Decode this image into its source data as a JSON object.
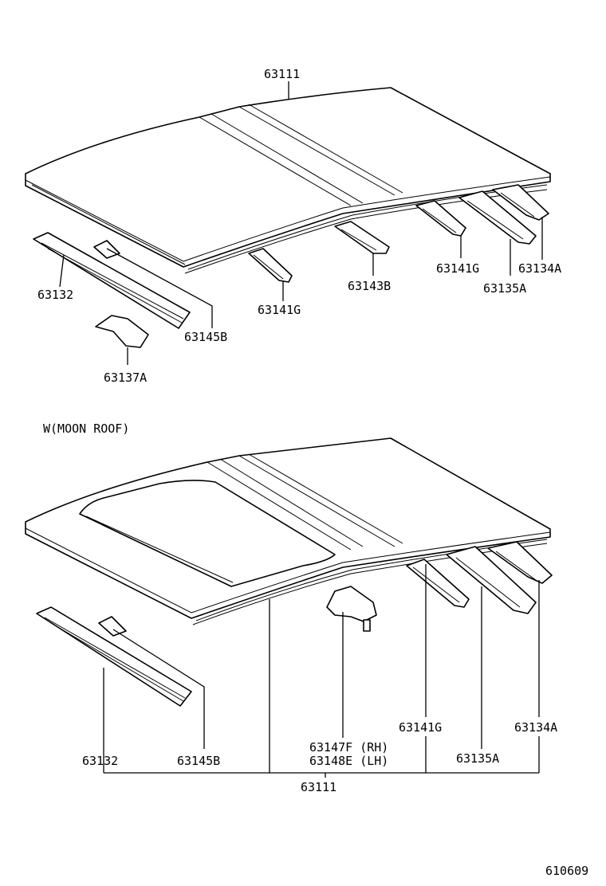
{
  "upper": {
    "roof_panel": "63111",
    "front_header": "63132",
    "front_bracket": "63145B",
    "front_corner_bracket": "63137A",
    "bow_front": "63141G",
    "bow_center": "63143B",
    "bow_rear": "63141G",
    "rear_bow": "63135A",
    "rear_header": "63134A"
  },
  "lower": {
    "condition_note": "W(MOON ROOF)",
    "front_header": "63132",
    "front_bracket": "63145B",
    "bracket_rh": "63147F (RH)",
    "bracket_lh": "63148E (LH)",
    "bow": "63141G",
    "rear_bow": "63135A",
    "rear_header": "63134A",
    "roof_panel": "63111"
  },
  "illustration_code": "610609"
}
